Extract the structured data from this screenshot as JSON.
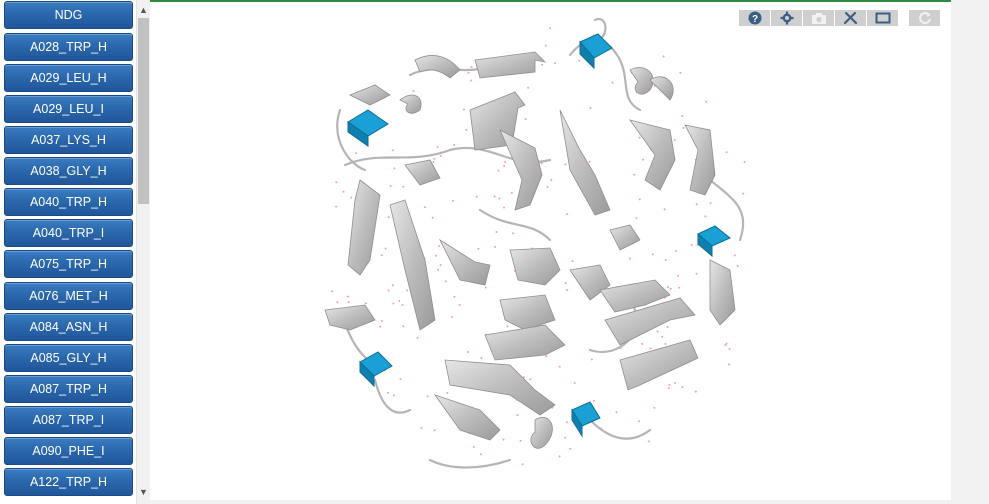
{
  "sidebar": {
    "items": [
      {
        "label": "NDG"
      },
      {
        "label": "A028_TRP_H"
      },
      {
        "label": "A029_LEU_H"
      },
      {
        "label": "A029_LEU_I"
      },
      {
        "label": "A037_LYS_H"
      },
      {
        "label": "A038_GLY_H"
      },
      {
        "label": "A040_TRP_H"
      },
      {
        "label": "A040_TRP_I"
      },
      {
        "label": "A075_TRP_H"
      },
      {
        "label": "A076_MET_H"
      },
      {
        "label": "A084_ASN_H"
      },
      {
        "label": "A085_GLY_H"
      },
      {
        "label": "A087_TRP_H"
      },
      {
        "label": "A087_TRP_I"
      },
      {
        "label": "A090_PHE_I"
      },
      {
        "label": "A122_TRP_H"
      }
    ]
  },
  "toolbar": {
    "icons": [
      "help-icon",
      "settings-icon",
      "camera-icon",
      "tools-icon",
      "fullscreen-icon",
      "spin-icon"
    ]
  },
  "colors": {
    "button": "#2b68ad",
    "ribbon": "#c8c8c8",
    "ligand": "#1aa0d4",
    "water": "#f2a0a8",
    "viewer_border": "#2e8b3c"
  }
}
